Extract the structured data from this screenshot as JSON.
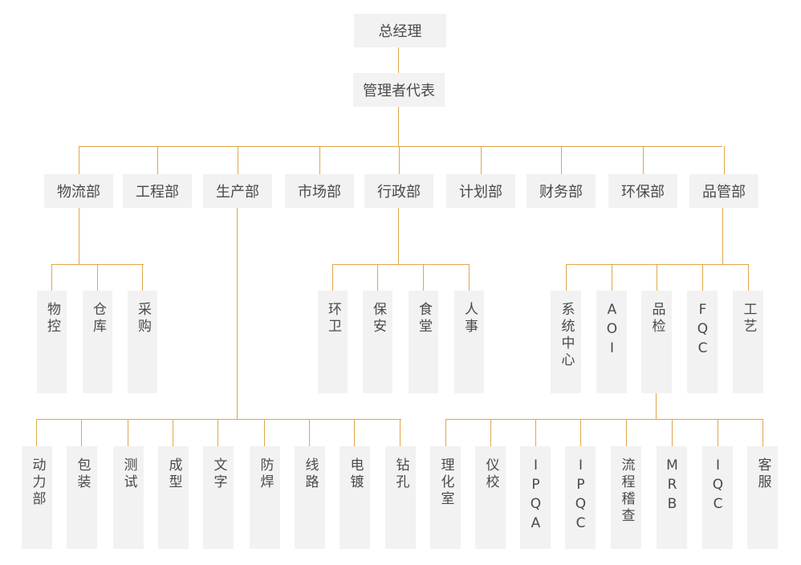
{
  "chart": {
    "root": "总经理",
    "rep": "管理者代表",
    "departments": [
      "物流部",
      "工程部",
      "生产部",
      "市场部",
      "行政部",
      "计划部",
      "财务部",
      "环保部",
      "品管部"
    ],
    "logistics_subs": [
      "物控",
      "仓库",
      "采购"
    ],
    "admin_subs": [
      "环卫",
      "保安",
      "食堂",
      "人事"
    ],
    "quality_subs": [
      "系统中心",
      "AOI",
      "品检",
      "FQC",
      "工艺"
    ],
    "production_subs": [
      "动力部",
      "包装",
      "测试",
      "成型",
      "文字",
      "防焊",
      "线路",
      "电镀",
      "钻孔"
    ],
    "inspection_subs": [
      "理化室",
      "仪校",
      "IPQA",
      "IPQC",
      "流程稽查",
      "MRB",
      "IQC",
      "客服"
    ]
  }
}
